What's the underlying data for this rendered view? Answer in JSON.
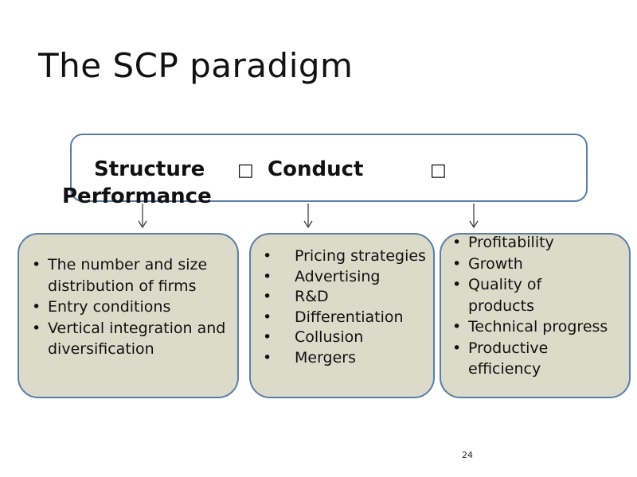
{
  "title": "The SCP paradigm",
  "header": {
    "structure": "Structure",
    "conduct": "Conduct",
    "performance": "Performance",
    "separator_glyph": "□"
  },
  "columns": [
    {
      "items": [
        "The number and size distribution of firms",
        "Entry conditions",
        "Vertical integration and diversification"
      ]
    },
    {
      "items": [
        "Pricing strategies",
        "Advertising",
        "R&D",
        "Differentiation",
        "Collusion",
        "Mergers"
      ]
    },
    {
      "items": [
        "Profitability",
        "Growth",
        "Quality of products",
        "Technical progress",
        "Productive efficiency"
      ]
    }
  ],
  "page_number": "24",
  "colors": {
    "border": "#5a7fa6",
    "box_fill": "#dcdac8"
  }
}
